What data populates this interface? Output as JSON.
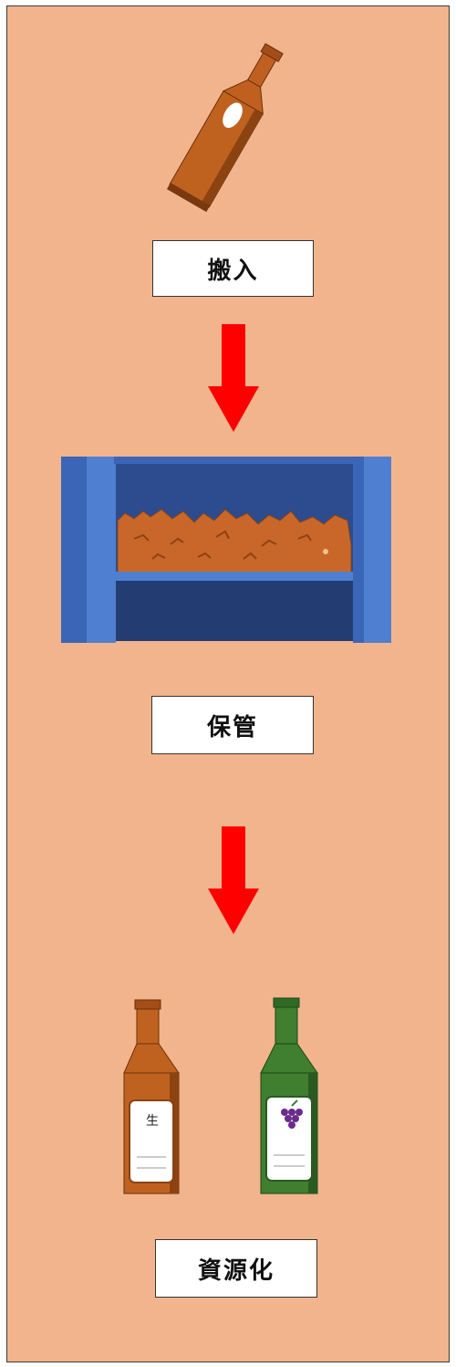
{
  "steps": {
    "step1": "搬入",
    "step2": "保管",
    "step3": "資源化"
  },
  "bottles": {
    "left_label": "生"
  },
  "colors": {
    "background": "#f2b48d",
    "arrow": "#ff0000",
    "bottle_brown": "#b3561b",
    "bottle_green": "#3f7f2f",
    "bin_blue": "#3b66b8",
    "bin_dark": "#233d73"
  },
  "icons": {
    "grape": "grape-icon"
  }
}
